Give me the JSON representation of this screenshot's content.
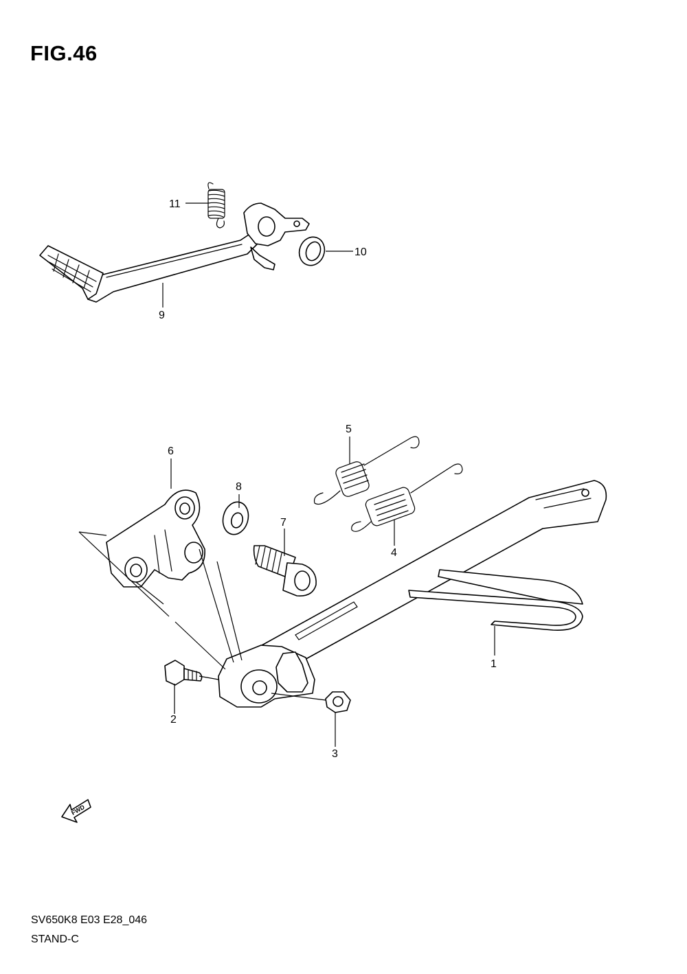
{
  "figure": {
    "title": "FIG.46",
    "model_code": "SV650K8 E03 E28_046",
    "section_name": "STAND-C",
    "fwd_label": "FWD"
  },
  "callouts": [
    "1",
    "2",
    "3",
    "4",
    "5",
    "6",
    "7",
    "8",
    "9",
    "10",
    "11"
  ]
}
